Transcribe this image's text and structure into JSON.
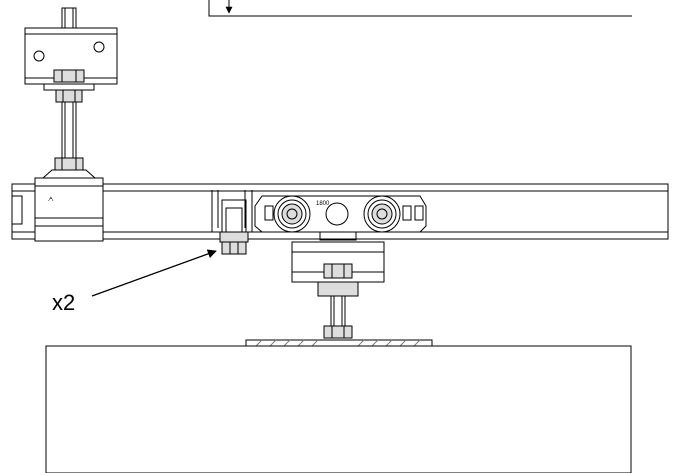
{
  "figure": {
    "callout": {
      "label": "x2"
    },
    "stamps": {
      "bracket_mark": "ᗅ",
      "carriage_part_no": "1800"
    }
  },
  "colors": {
    "line": "#000000",
    "background": "#ffffff",
    "nut_fill": "#d9d9d9",
    "hatch": "#7f7f7f"
  }
}
